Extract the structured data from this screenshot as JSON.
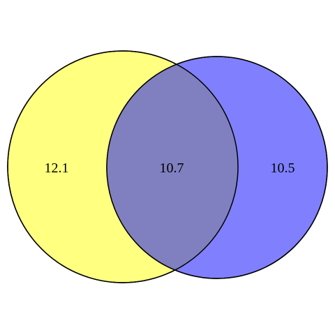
{
  "venn": {
    "sets": [
      {
        "fill_color": "#ffff80"
      },
      {
        "fill_color": "#8080ff"
      }
    ],
    "overlap_fill_color": "#8080c0",
    "outline_color": "#000000",
    "regions": {
      "left_only": "12.1",
      "intersection": "10.7",
      "right_only": "10.5"
    }
  }
}
